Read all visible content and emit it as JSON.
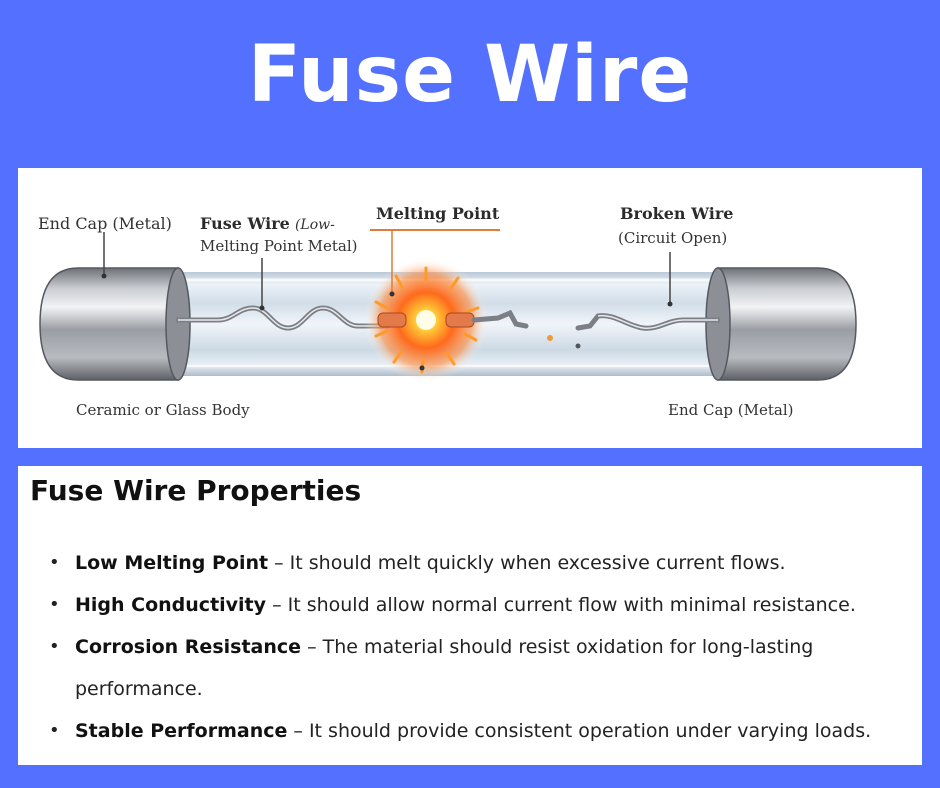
{
  "header": {
    "title": "Fuse Wire"
  },
  "diagram": {
    "labels": {
      "end_cap_left": "End Cap (Metal)",
      "fuse_wire_bold": "Fuse Wire",
      "fuse_wire_note_line1": "(Low-",
      "fuse_wire_note_line2": "Melting Point Metal)",
      "melting_point": "Melting Point",
      "broken_wire": "Broken Wire",
      "broken_wire_note": "(Circuit Open)",
      "body": "Ceramic or Glass Body",
      "end_cap_right": "End Cap (Metal)"
    },
    "colors": {
      "melting_accent": "#e07b39",
      "metal": "#8c8f95",
      "glass": "#cfe0ef",
      "spark": "#ff5a1f"
    }
  },
  "properties": {
    "title": "Fuse Wire Properties",
    "items": [
      {
        "term": "Low Melting Point",
        "description": " – It should melt quickly when excessive current flows."
      },
      {
        "term": "High Conductivity",
        "description": " – It should allow normal current flow with minimal resistance."
      },
      {
        "term": "Corrosion Resistance",
        "description": " – The material should resist oxidation for long-lasting performance."
      },
      {
        "term": "Stable Performance",
        "description": " – It should provide consistent operation under varying loads."
      }
    ]
  },
  "theme": {
    "background": "#5470fe",
    "panel": "#ffffff",
    "title_color": "#ffffff"
  }
}
